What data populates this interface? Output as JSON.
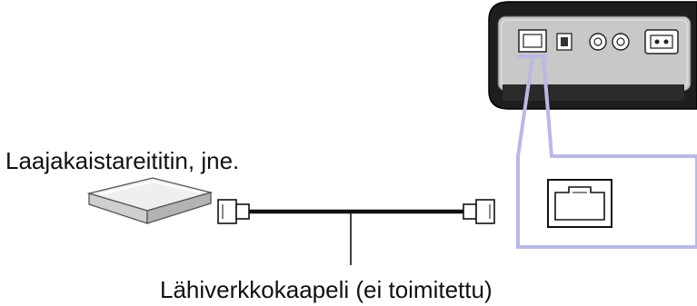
{
  "labels": {
    "router": "Laajakaistareititin, jne.",
    "cable": "Lähiverkkokaapeli (ei toimitettu)"
  },
  "colors": {
    "highlight": "#b9b9e4",
    "cable": "#111111",
    "router_body": "#d9d9d9",
    "device_body": "#1e1e1e",
    "panel": "#c8c8c8"
  },
  "icons": {
    "router": "router-icon",
    "device": "device-rear-panel",
    "lan_port": "lan-port-icon",
    "plug": "rj45-plug-icon",
    "power": "power-inlet-icon"
  }
}
